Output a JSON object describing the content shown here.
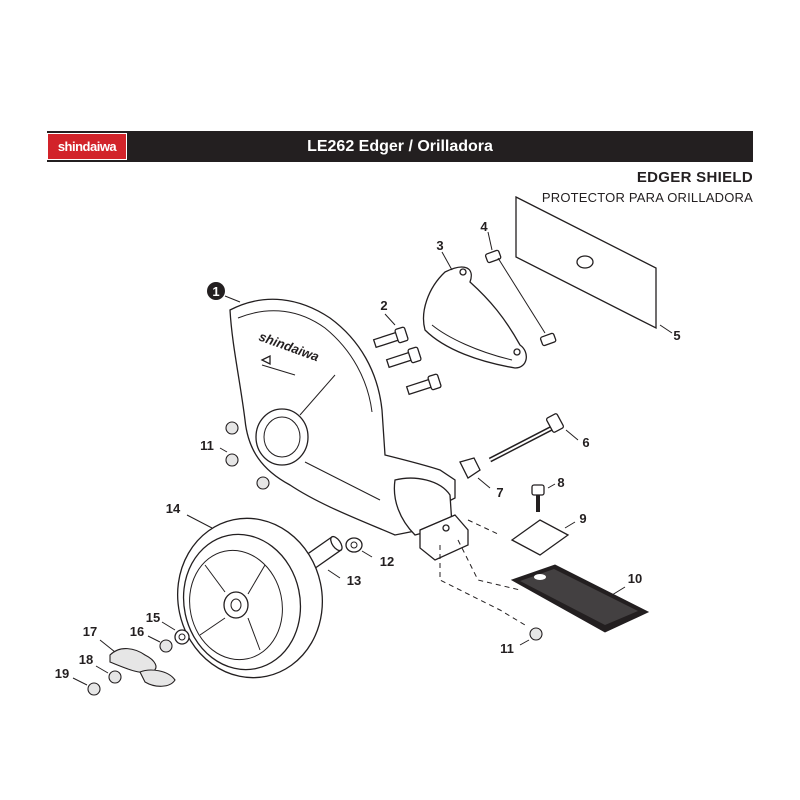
{
  "header": {
    "brand": "shindaiwa",
    "title": "LE262 Edger / Orilladora",
    "brand_color": "#d2232a",
    "bar_color": "#231f20"
  },
  "section": {
    "title": "EDGER SHIELD",
    "subtitle": "PROTECTOR PARA ORILLADORA"
  },
  "diagram": {
    "shield_brand": "shindaiwa",
    "callouts": [
      {
        "id": "callout-1",
        "label": "1"
      },
      {
        "id": "callout-2",
        "label": "2"
      },
      {
        "id": "callout-3",
        "label": "3"
      },
      {
        "id": "callout-4",
        "label": "4"
      },
      {
        "id": "callout-5",
        "label": "5"
      },
      {
        "id": "callout-6",
        "label": "6"
      },
      {
        "id": "callout-7",
        "label": "7"
      },
      {
        "id": "callout-8",
        "label": "8"
      },
      {
        "id": "callout-9",
        "label": "9"
      },
      {
        "id": "callout-10",
        "label": "10"
      },
      {
        "id": "callout-11a",
        "label": "11"
      },
      {
        "id": "callout-11b",
        "label": "11"
      },
      {
        "id": "callout-12",
        "label": "12"
      },
      {
        "id": "callout-13",
        "label": "13"
      },
      {
        "id": "callout-14",
        "label": "14"
      },
      {
        "id": "callout-15",
        "label": "15"
      },
      {
        "id": "callout-16",
        "label": "16"
      },
      {
        "id": "callout-17",
        "label": "17"
      },
      {
        "id": "callout-18",
        "label": "18"
      },
      {
        "id": "callout-19",
        "label": "19"
      }
    ]
  }
}
